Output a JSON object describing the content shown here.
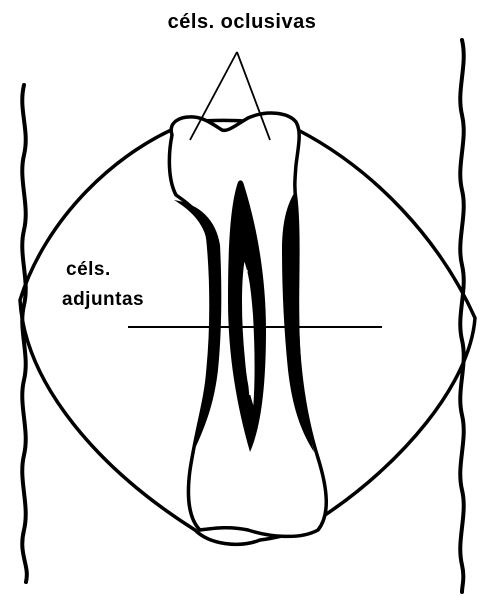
{
  "labels": {
    "occluding_cells": "céls. oclusivas",
    "adjunct_cells_line1": "céls.",
    "adjunct_cells_line2": "adjuntas"
  },
  "colors": {
    "ink": "#000000",
    "background": "#ffffff"
  }
}
